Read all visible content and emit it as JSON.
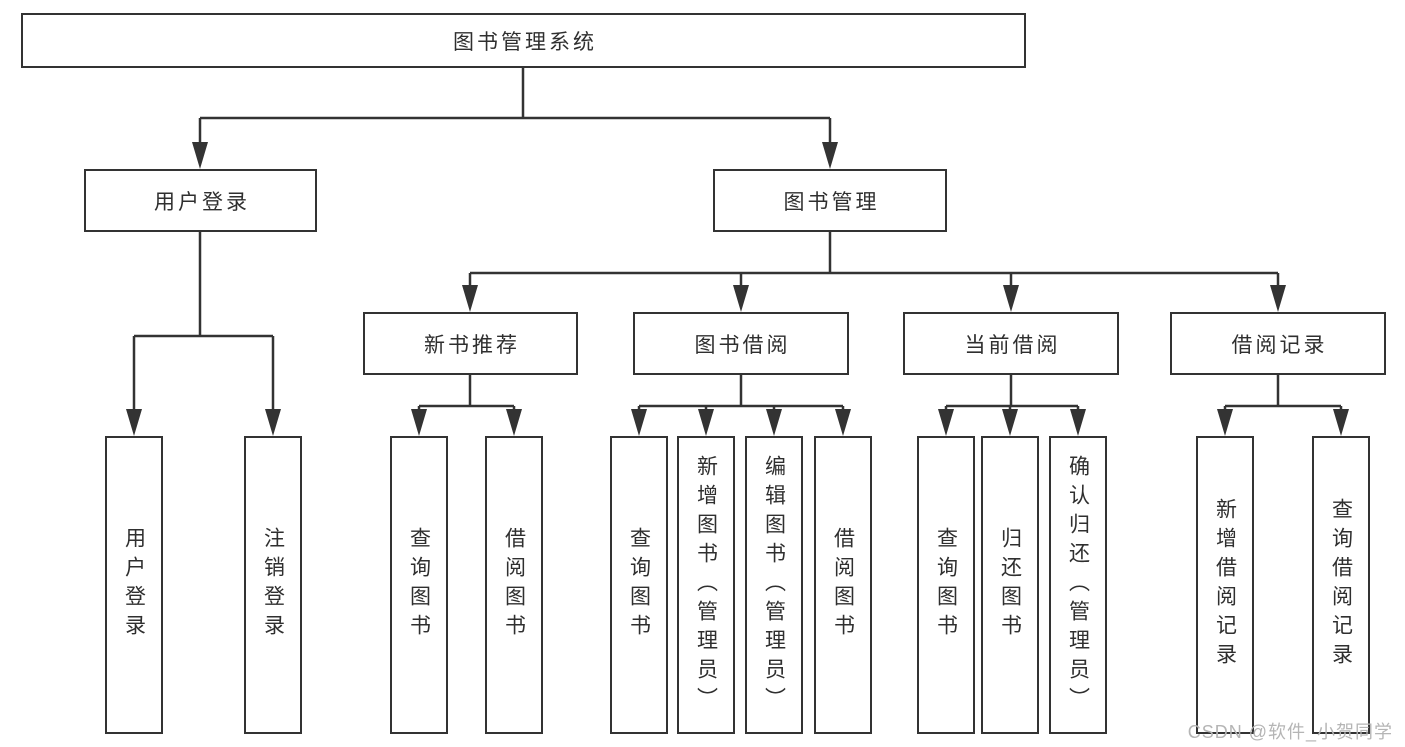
{
  "diagram": {
    "title": "图书管理系统",
    "level2": [
      {
        "label": "用户登录"
      },
      {
        "label": "图书管理"
      }
    ],
    "level3": [
      {
        "label": "新书推荐",
        "parent": "图书管理"
      },
      {
        "label": "图书借阅",
        "parent": "图书管理"
      },
      {
        "label": "当前借阅",
        "parent": "图书管理"
      },
      {
        "label": "借阅记录",
        "parent": "图书管理"
      }
    ],
    "leaves": [
      {
        "label": "用户登录",
        "parent": "用户登录"
      },
      {
        "label": "注销登录",
        "parent": "用户登录"
      },
      {
        "label": "查询图书",
        "parent": "新书推荐"
      },
      {
        "label": "借阅图书",
        "parent": "新书推荐"
      },
      {
        "label": "查询图书",
        "parent": "图书借阅"
      },
      {
        "label": "新增图书（管理员）",
        "parent": "图书借阅"
      },
      {
        "label": "编辑图书（管理员）",
        "parent": "图书借阅"
      },
      {
        "label": "借阅图书",
        "parent": "图书借阅"
      },
      {
        "label": "查询图书",
        "parent": "当前借阅"
      },
      {
        "label": "归还图书",
        "parent": "当前借阅"
      },
      {
        "label": "确认归还（管理员）",
        "parent": "当前借阅"
      },
      {
        "label": "新增借阅记录",
        "parent": "借阅记录"
      },
      {
        "label": "查询借阅记录",
        "parent": "借阅记录"
      }
    ],
    "watermark": "CSDN @软件_小贺同学",
    "colors": {
      "line": "#333333",
      "box_border": "#333333",
      "box_fill": "#ffffff",
      "text": "#2f2f2f",
      "watermark": "#b5b5b5"
    }
  }
}
